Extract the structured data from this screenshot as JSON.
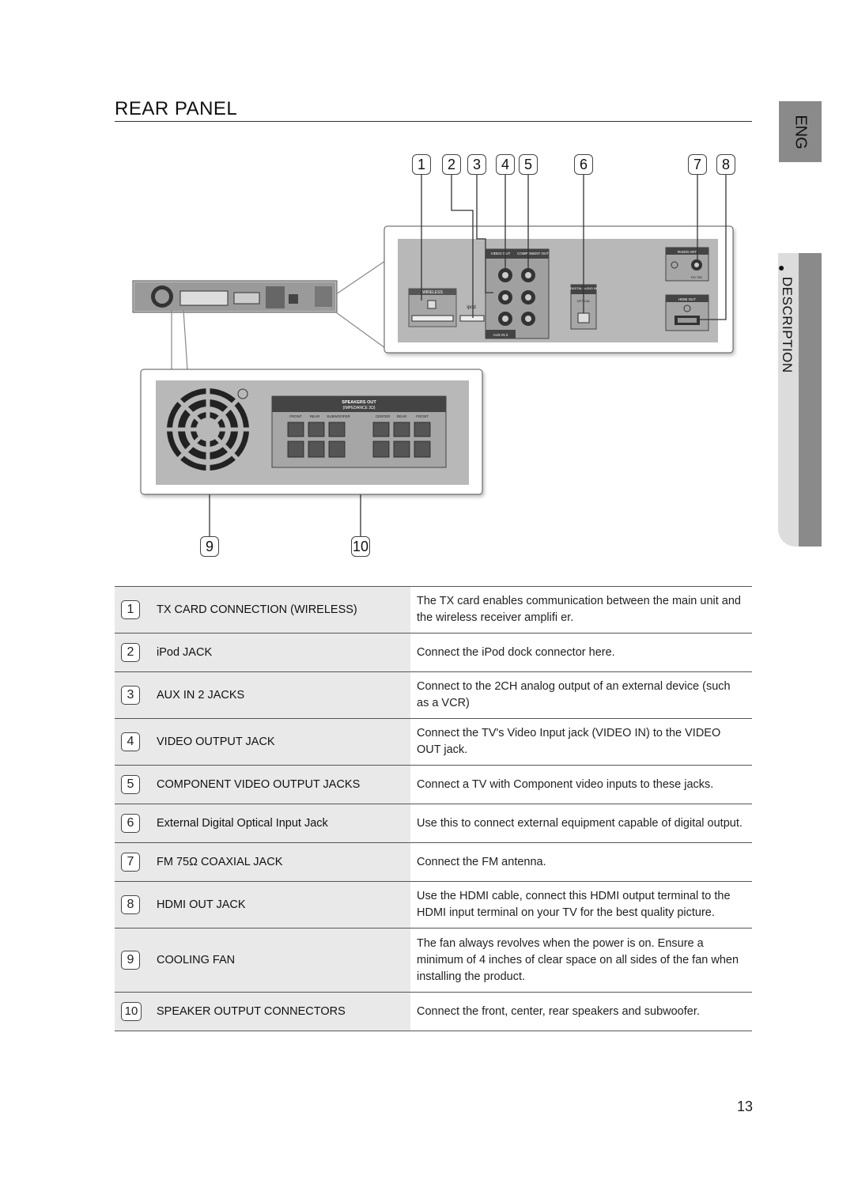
{
  "title": "REAR PANEL",
  "side_tabs": {
    "language": "ENG",
    "section": "DESCRIPTION",
    "bullet": "●"
  },
  "callouts": [
    "1",
    "2",
    "3",
    "4",
    "5",
    "6",
    "7",
    "8",
    "9",
    "10"
  ],
  "panel_labels": {
    "video_out": "VIDEO OUT",
    "component_out": "COMPONENT OUT",
    "digital_audio_in": "DIGITAL AUDIO IN",
    "optical": "OPTICAL",
    "radio_ant": "RADIO ANT",
    "fm": "FM 75Ω",
    "hdmi_out": "HDMI OUT",
    "wireless": "WIRELESS",
    "ipod": "ipod",
    "aux_in": "AUX IN 2",
    "speakers_out": "SPEAKERS OUT",
    "impedance": "(IMPEDANCE 3Ω)",
    "front": "FRONT",
    "rear": "REAR",
    "subwoofer": "SUBWOOFER",
    "center": "CENTER"
  },
  "rows": [
    {
      "num": "1",
      "item": "TX CARD CONNECTION (WIRELESS)",
      "desc": "The TX card enables communication between the main unit and the wireless receiver amplifi er."
    },
    {
      "num": "2",
      "item": "iPod JACK",
      "desc": "Connect the iPod dock connector here."
    },
    {
      "num": "3",
      "item": "AUX IN 2 JACKS",
      "desc": "Connect to the 2CH analog output of an external device (such as a VCR)"
    },
    {
      "num": "4",
      "item": "VIDEO OUTPUT JACK",
      "desc": "Connect the TV's Video Input jack (VIDEO IN) to the VIDEO OUT jack."
    },
    {
      "num": "5",
      "item": "COMPONENT VIDEO OUTPUT JACKS",
      "desc": "Connect a TV with Component video inputs to these jacks."
    },
    {
      "num": "6",
      "item": "External Digital Optical Input Jack",
      "desc": "Use this to connect external equipment capable of digital output."
    },
    {
      "num": "7",
      "item": "FM 75Ω COAXIAL JACK",
      "desc": "Connect the FM antenna."
    },
    {
      "num": "8",
      "item": "HDMI OUT JACK",
      "desc": "Use the HDMI cable, connect this HDMI output terminal to the HDMI input terminal on your TV for the best quality picture."
    },
    {
      "num": "9",
      "item": "COOLING FAN",
      "desc": "The fan always revolves when the power is on. Ensure a minimum of 4 inches of clear space on all sides of the fan when installing the product."
    },
    {
      "num": "10",
      "item": "SPEAKER OUTPUT CONNECTORS",
      "desc": "Connect the front, center, rear speakers and subwoofer."
    }
  ],
  "page_number": "13"
}
